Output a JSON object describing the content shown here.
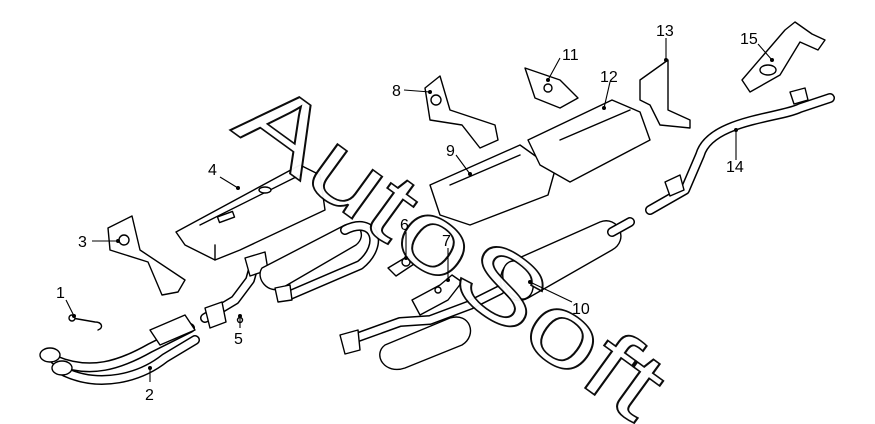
{
  "watermark": {
    "text": "AutoSoft"
  },
  "callouts": [
    "1",
    "2",
    "3",
    "4",
    "5",
    "6",
    "7",
    "8",
    "9",
    "10",
    "11",
    "12",
    "13",
    "14",
    "15"
  ],
  "colors": {
    "line": "#000000",
    "background": "#ffffff"
  }
}
